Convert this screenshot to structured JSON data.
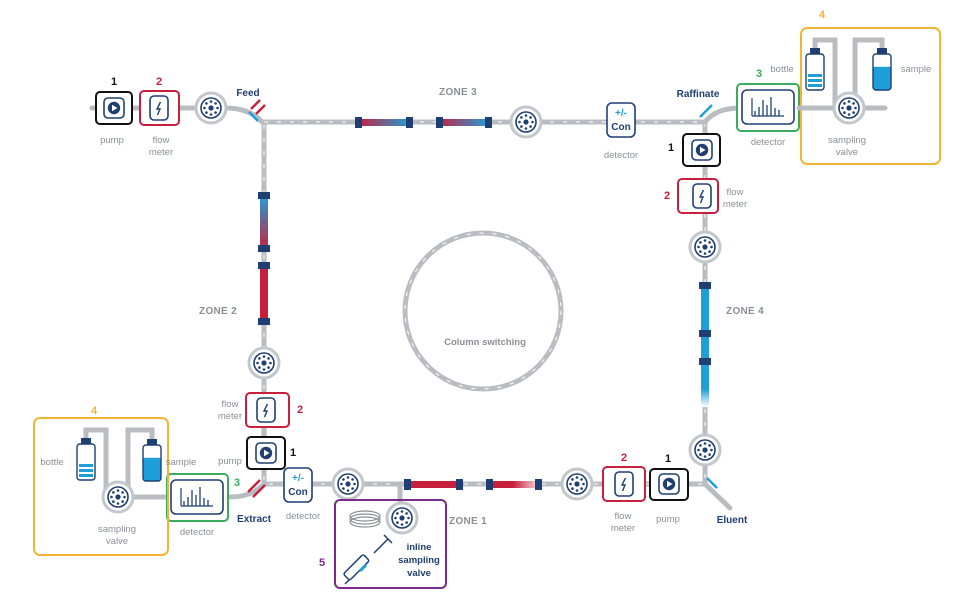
{
  "colors": {
    "pipe": "#b9bdc2",
    "navy": "#1f3f73",
    "blue": "#1f9fd9",
    "red": "#c8203c",
    "pump_box": "#111111",
    "flowmeter_box": "#c8203c",
    "detector_box": "#3aab5f",
    "sampling_box": "#f5b335",
    "inline_box": "#7b2a8b",
    "label_gray": "#8a8f96"
  },
  "zones": {
    "zone1": "ZONE 1",
    "zone2": "ZONE 2",
    "zone3": "ZONE 3",
    "zone4": "ZONE 4"
  },
  "center_label": "Column switching",
  "ports": {
    "feed": "Feed",
    "raffinate": "Raffinate",
    "extract": "Extract",
    "eluent": "Eluent"
  },
  "numbers": {
    "pump": "1",
    "flow_meter": "2",
    "detector": "3",
    "sampling": "4",
    "inline": "5"
  },
  "labels": {
    "pump": "pump",
    "flow": "flow",
    "meter": "meter",
    "flow_meter": "flow meter",
    "detector": "detector",
    "con_top": "+/-",
    "con_bottom": "Con",
    "bottle": "bottle",
    "sample": "sample",
    "sampling": "sampling",
    "valve": "valve",
    "inline": "inline",
    "inline_sampling": "sampling",
    "inline_valve": "valve"
  }
}
